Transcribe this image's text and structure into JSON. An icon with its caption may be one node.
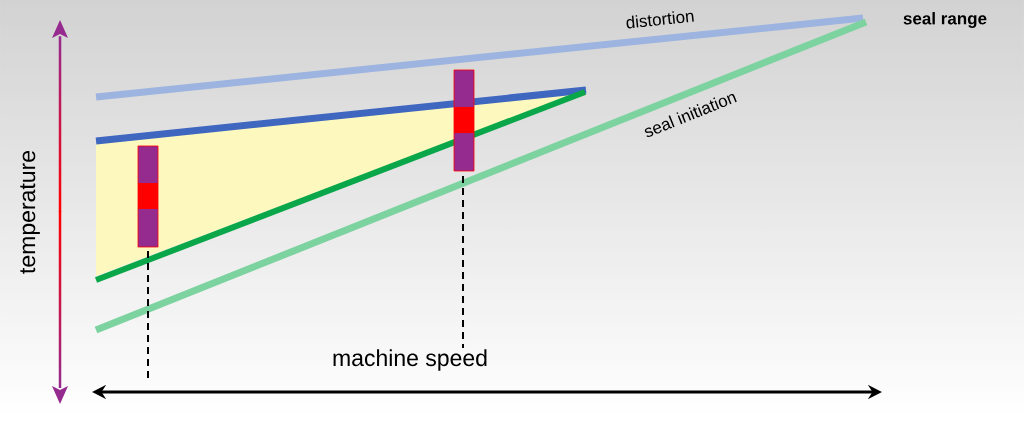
{
  "diagram": {
    "labels": [
      "distortion",
      "seal range",
      "seal initiation",
      "temperature",
      "machine speed"
    ]
  }
}
